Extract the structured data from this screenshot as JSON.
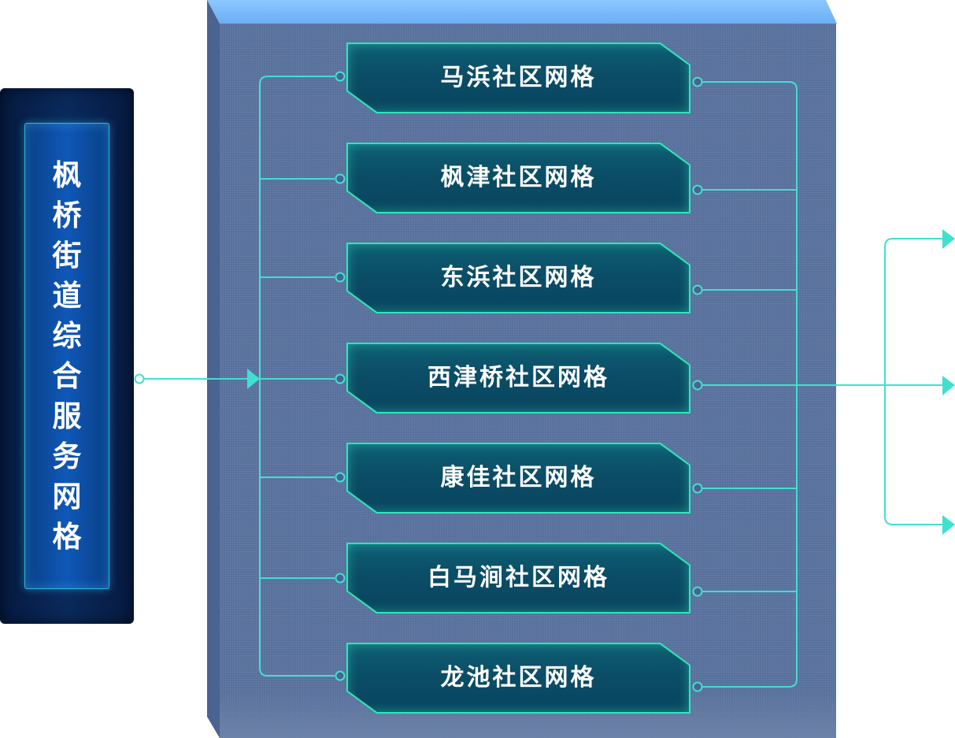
{
  "left_title": "枫桥街道综合服务网格",
  "grids": [
    {
      "label": "马浜社区网格"
    },
    {
      "label": "枫津社区网格"
    },
    {
      "label": "东浜社区网格"
    },
    {
      "label": "西津桥社区网格"
    },
    {
      "label": "康佳社区网格"
    },
    {
      "label": "白马涧社区网格"
    },
    {
      "label": "龙池社区网格"
    }
  ],
  "colors": {
    "connector": "#40e0d0",
    "node_border": "#2ee6b8",
    "node_fill": "#0b4d66",
    "board_face": "#57709c",
    "board_top": "#7ab8fa",
    "left_panel": "#0a2a5c"
  }
}
